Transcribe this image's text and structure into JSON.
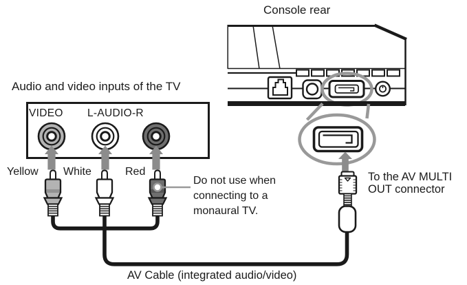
{
  "diagram": {
    "console": {
      "label": "Console rear",
      "connector_callout": {
        "line1": "To the AV MULTI",
        "line2": "OUT connector"
      }
    },
    "tv": {
      "caption": "Audio and video inputs of the TV",
      "video_jack_label": "VIDEO",
      "audio_jack_label": "L-AUDIO-R",
      "plug_labels": {
        "yellow": "Yellow",
        "white": "White",
        "red": "Red"
      }
    },
    "note": {
      "line1": "Do not use when",
      "line2": "connecting to a",
      "line3": "monaural TV."
    },
    "cable_caption": "AV Cable (integrated audio/video)",
    "colors": {
      "ink": "#1a1a1a",
      "arrow_gray": "#8c8c8c",
      "magnifier_gray": "#999999",
      "yellow_plug_gray": "#b3b3b3",
      "white_plug": "#ffffff",
      "red_plug_gray": "#6f6f6f"
    }
  }
}
